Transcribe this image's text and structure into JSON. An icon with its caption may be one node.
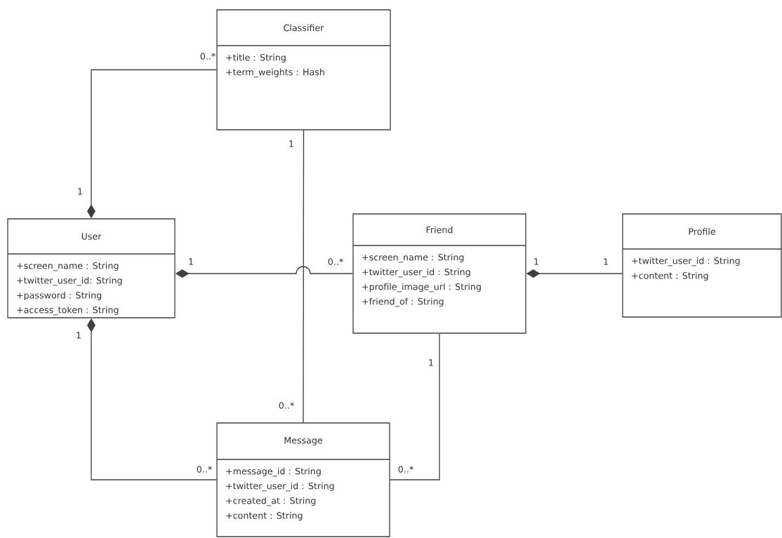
{
  "diagram": {
    "nodes": [
      {
        "text": [
          "Classifier",
          "+title : String",
          "+term_weights : Hash"
        ]
      },
      {
        "text": [
          "User",
          "+screen_name : String",
          "+twitter_user_id: String",
          "+password : String",
          "+access_token : String"
        ]
      },
      {
        "text": [
          "Friend",
          "+screen_name : String",
          "+twitter_user_id : String",
          "+profile_image_url : String",
          "+friend_of : String"
        ]
      },
      {
        "text": [
          "Profile",
          "+twitter_user_id : String",
          "+content : String"
        ]
      },
      {
        "text": [
          "Message",
          "+message_id : String",
          "+twitter_user_id : String",
          "+created_at : String",
          "+content : String"
        ]
      }
    ],
    "edges": [
      {
        "from": 1,
        "to": 0,
        "arrow": "other"
      },
      {
        "from": 0,
        "to": 4,
        "arrow": "none"
      },
      {
        "from": 1,
        "to": 2,
        "arrow": "other"
      },
      {
        "from": 2,
        "to": 3,
        "arrow": "other"
      },
      {
        "from": 1,
        "to": 4,
        "arrow": "other"
      },
      {
        "from": 2,
        "to": 4,
        "arrow": "none"
      }
    ],
    "labels": [
      "0..*",
      "1",
      "1",
      "1",
      "0..*",
      "1",
      "1",
      "1",
      "1",
      "0..*",
      "0..*",
      "0..*"
    ]
  }
}
